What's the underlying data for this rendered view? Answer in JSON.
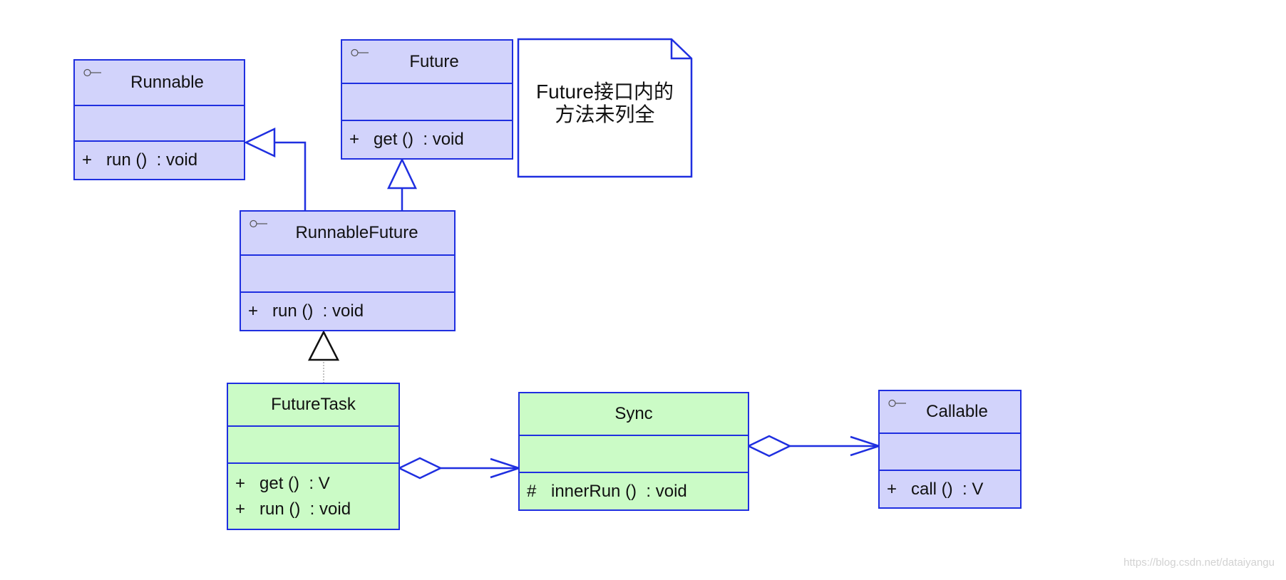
{
  "classes": {
    "runnable": {
      "stereotype_icon": "interface-lollipop-icon",
      "name": "Runnable",
      "operations": [
        {
          "visibility": "+",
          "signature": "run ()  : void"
        }
      ]
    },
    "future": {
      "stereotype_icon": "interface-lollipop-icon",
      "name": "Future",
      "operations": [
        {
          "visibility": "+",
          "signature": "get ()  : void"
        }
      ]
    },
    "runnable_future": {
      "stereotype_icon": "interface-lollipop-icon",
      "name": "RunnableFuture",
      "operations": [
        {
          "visibility": "+",
          "signature": "run ()  : void"
        }
      ]
    },
    "future_task": {
      "name": "FutureTask",
      "operations": [
        {
          "visibility": "+",
          "signature": "get ()  : V"
        },
        {
          "visibility": "+",
          "signature": "run ()  : void"
        }
      ]
    },
    "sync": {
      "name": "Sync",
      "operations": [
        {
          "visibility": "#",
          "signature": "innerRun ()  : void"
        }
      ]
    },
    "callable": {
      "stereotype_icon": "interface-lollipop-icon",
      "name": "Callable",
      "operations": [
        {
          "visibility": "+",
          "signature": "call ()  : V"
        }
      ]
    }
  },
  "note": {
    "text": "Future接口内的\n方法未列全"
  },
  "watermark": "https://blog.csdn.net/dataiyangu",
  "colors": {
    "border": "#1f2fe0",
    "interface_fill": "#d2d3fb",
    "class_fill": "#cbfbc6"
  }
}
